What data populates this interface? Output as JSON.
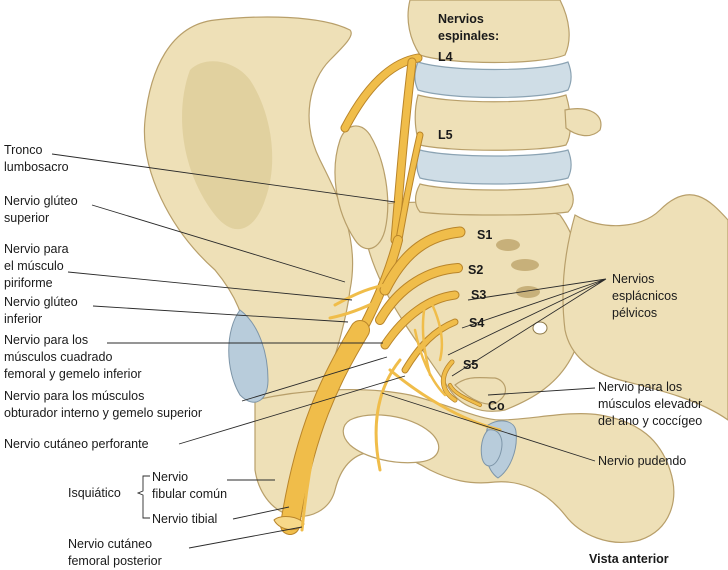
{
  "header": {
    "nervios_espinales": [
      "Nervios",
      "espinales:"
    ]
  },
  "vertebral_labels": {
    "l4": "L4",
    "l5": "L5",
    "s1": "S1",
    "s2": "S2",
    "s3": "S3",
    "s4": "S4",
    "s5": "S5",
    "co": "Co"
  },
  "left_labels": {
    "tronco_lumbosacro": [
      "Tronco",
      "lumbosacro"
    ],
    "gluteo_superior": [
      "Nervio glúteo",
      "superior"
    ],
    "musculo_piriforme": [
      "Nervio para",
      "el músculo",
      "piriforme"
    ],
    "gluteo_inferior": [
      "Nervio glúteo",
      "inferior"
    ],
    "cuadrado_femoral": [
      "Nervio para los",
      "músculos cuadrado",
      "femoral y gemelo inferior"
    ],
    "obturador_interno": [
      "Nervio para los músculos",
      "obturador interno y gemelo superior"
    ],
    "cutaneo_perforante": "Nervio cutáneo perforante",
    "isquiatico": "Isquiático",
    "fibular_comun": [
      "Nervio",
      "fibular común"
    ],
    "tibial": "Nervio tibial",
    "cutaneo_femoral_posterior": [
      "Nervio cutáneo",
      "femoral posterior"
    ]
  },
  "right_labels": {
    "esplacnicos_pelvicos": [
      "Nervios",
      "esplácnicos",
      "pélvicos"
    ],
    "elevador_ano": [
      "Nervio para los",
      "músculos elevador",
      "del ano y coccígeo"
    ],
    "pudendo": "Nervio pudendo"
  },
  "footer": {
    "view_label": "Vista anterior"
  },
  "colors": {
    "bone": "#eee0b7",
    "nerve": "#f0bd4a",
    "disc": "#cfdde6",
    "cartilage": "#b8ccdb"
  }
}
